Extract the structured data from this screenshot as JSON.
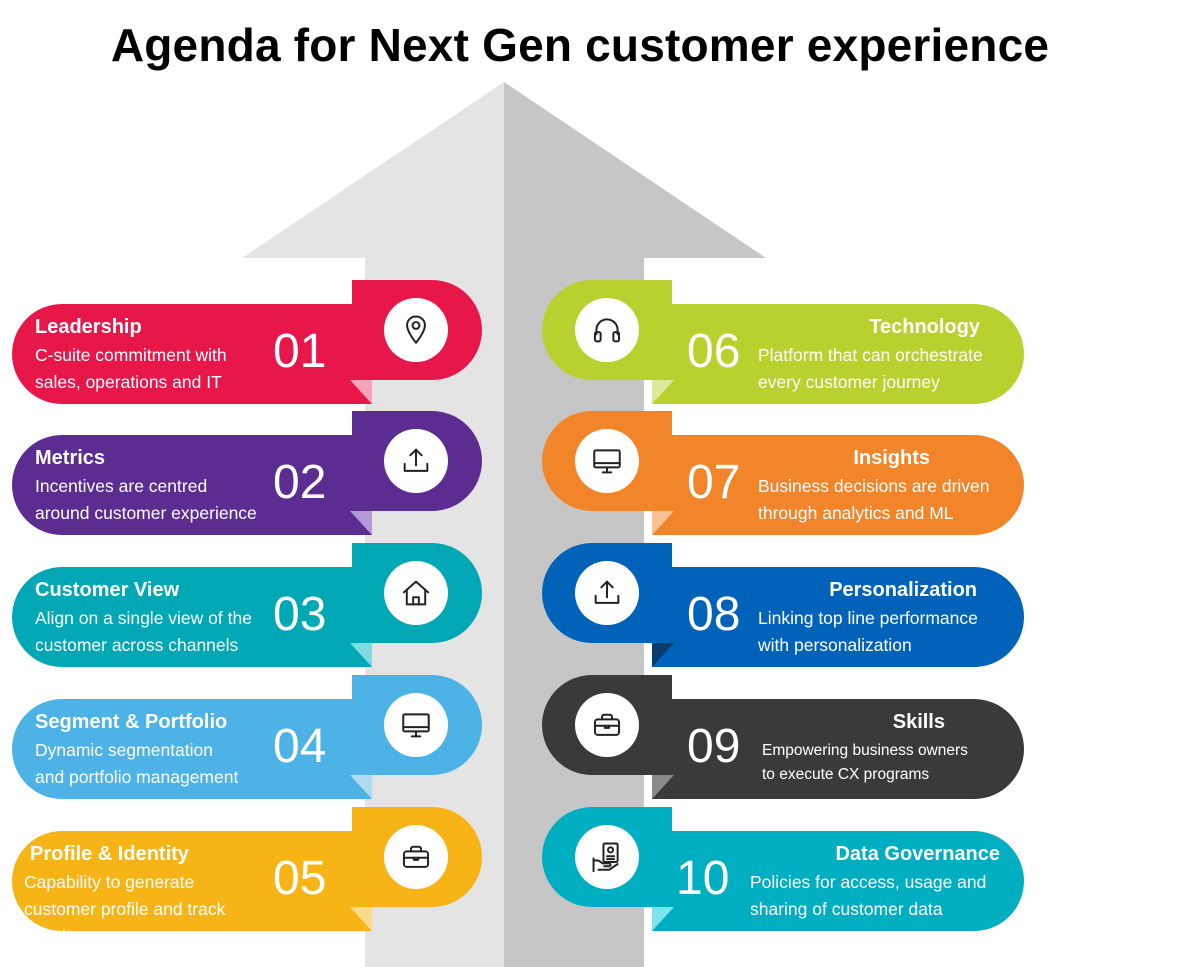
{
  "title": "Agenda for Next Gen customer experience",
  "left_items": [
    {
      "number": "01",
      "label": "Leadership",
      "desc": [
        "C-suite commitment with",
        "sales, operations and IT"
      ],
      "color": "#e8174a",
      "fold": "#f4a3b8",
      "icon": "location-pin-icon"
    },
    {
      "number": "02",
      "label": "Metrics",
      "desc": [
        "Incentives  are centred",
        "around customer experience"
      ],
      "color": "#5c2d91",
      "fold": "#b39ad6",
      "icon": "upload-icon"
    },
    {
      "number": "03",
      "label": "Customer View",
      "desc": [
        "Align on a single view of the",
        "customer across channels"
      ],
      "color": "#00a8b5",
      "fold": "#7fdbe2",
      "icon": "home-icon"
    },
    {
      "number": "04",
      "label": "Segment & Portfolio",
      "desc": [
        "Dynamic segmentation",
        "and portfolio management"
      ],
      "color": "#4db3e6",
      "fold": "#b0dcf3",
      "icon": "monitor-icon"
    },
    {
      "number": "05",
      "label": "Profile  & Identity",
      "desc": [
        "Capability to generate",
        "customer profile and track",
        "identity"
      ],
      "color": "#f6b417",
      "fold": "#fbdb8b",
      "icon": "briefcase-icon"
    }
  ],
  "right_items": [
    {
      "number": "06",
      "label": "Technology",
      "desc": [
        "Platform that can orchestrate",
        "every customer journey"
      ],
      "color": "#b9d12f",
      "fold": "#dde999",
      "icon": "headphones-icon"
    },
    {
      "number": "07",
      "label": "Insights",
      "desc": [
        "Business decisions are driven",
        "through analytics  and ML"
      ],
      "color": "#f2842a",
      "fold": "#f8c294",
      "icon": "monitor-icon"
    },
    {
      "number": "08",
      "label": "Personalization",
      "desc": [
        "Linking top line performance",
        "with  personalization"
      ],
      "color": "#0062b8",
      "fold": "#0a3d6e",
      "icon": "upload-icon"
    },
    {
      "number": "09",
      "label": "Skills",
      "desc": [
        "Empowering  business owners",
        "to execute  CX programs"
      ],
      "color": "#3a3a3a",
      "fold": "#8a8a8a",
      "icon": "briefcase-icon"
    },
    {
      "number": "10",
      "label": "Data Governance",
      "desc": [
        "Policies for access, usage and",
        "sharing of customer data"
      ],
      "color": "#00aec2",
      "fold": "#7fe3ee",
      "icon": "id-card-hand-icon"
    }
  ]
}
